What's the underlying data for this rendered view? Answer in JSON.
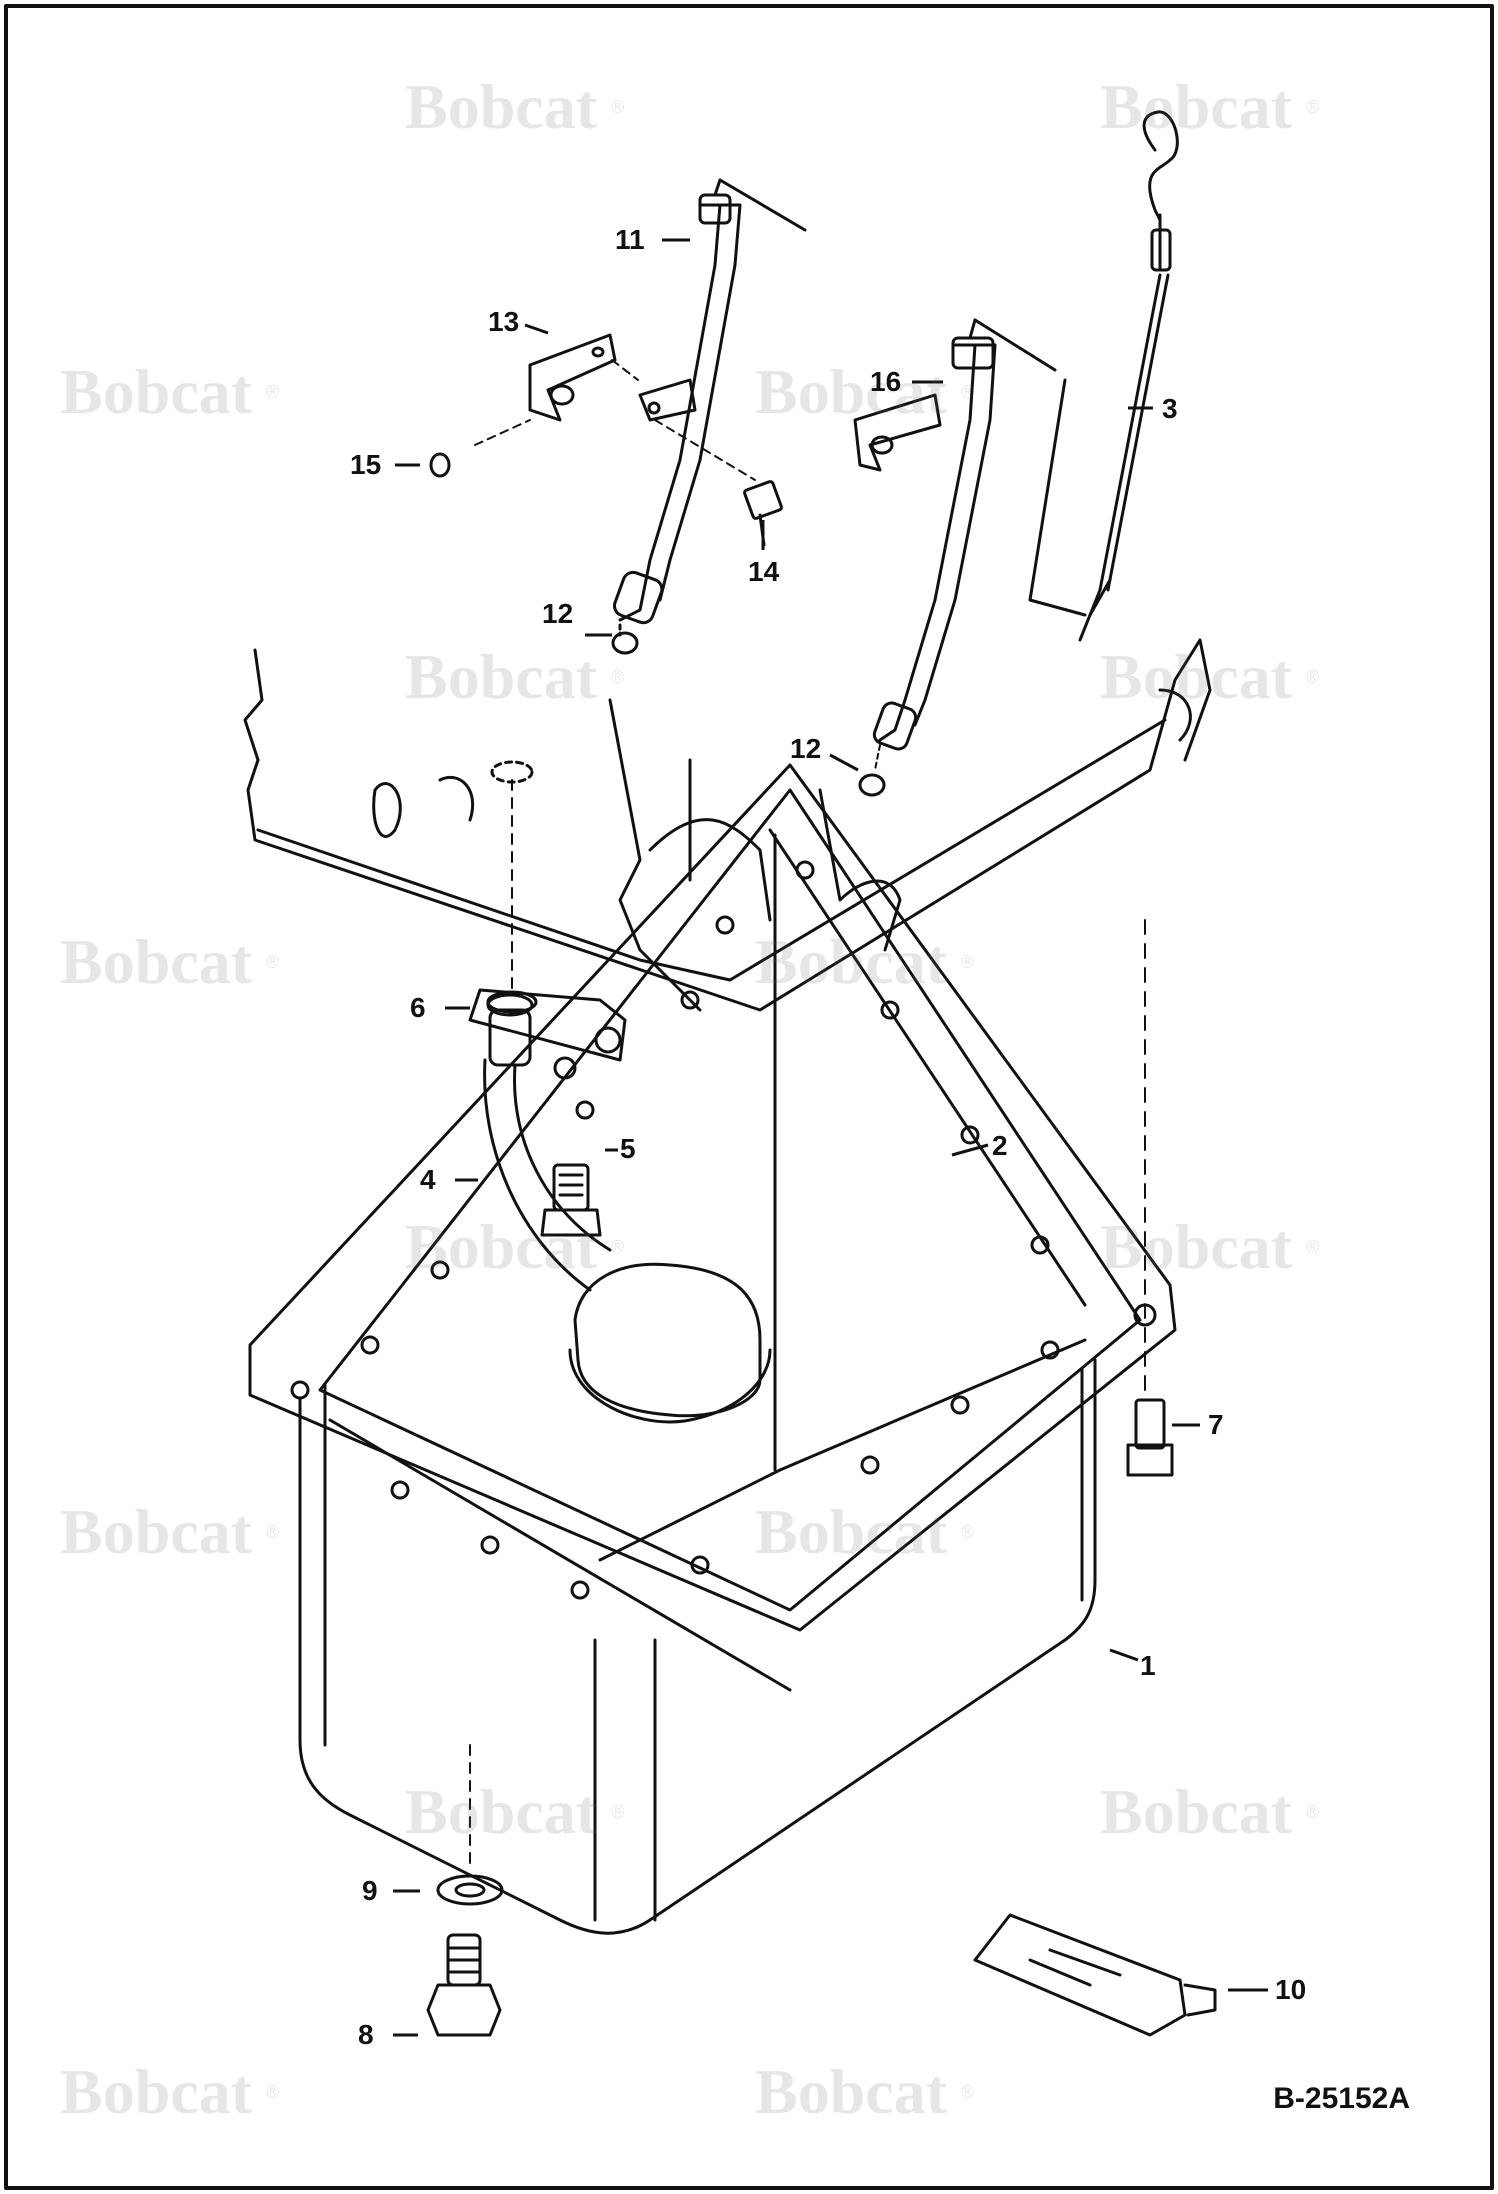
{
  "watermark": {
    "text": "Bobcat",
    "reg_mark": "®"
  },
  "callouts": [
    "1",
    "2",
    "3",
    "4",
    "5",
    "6",
    "7",
    "8",
    "9",
    "10",
    "11",
    "12",
    "12",
    "13",
    "14",
    "15",
    "16"
  ],
  "figure_ref": "B-25152A"
}
